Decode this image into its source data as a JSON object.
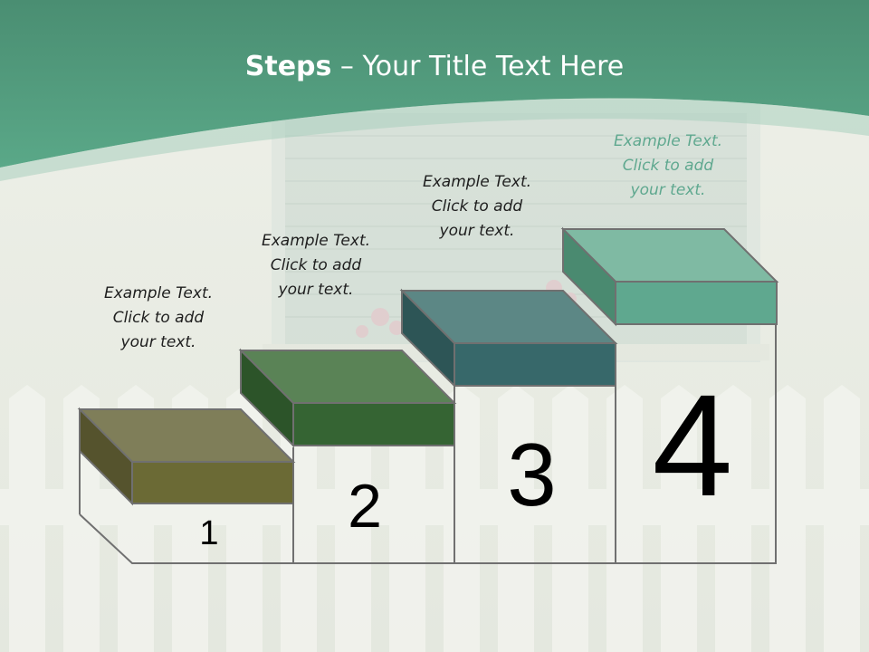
{
  "slide": {
    "title_bold": "Steps",
    "title_rest": " – Your Title Text Here"
  },
  "steps": [
    {
      "number": "1",
      "text_lines": [
        "Example Text.",
        "Click  to add",
        "your text."
      ],
      "color": "#6b6a35"
    },
    {
      "number": "2",
      "text_lines": [
        "Example Text.",
        "Click  to add",
        "your text."
      ],
      "color": "#356433"
    },
    {
      "number": "3",
      "text_lines": [
        "Example Text.",
        "Click  to add",
        "your text."
      ],
      "color": "#37686a"
    },
    {
      "number": "4",
      "text_lines": [
        "Example Text.",
        "Click  to add",
        "your text."
      ],
      "color": "#5fa88f"
    }
  ],
  "colors": {
    "header": "#4e9d7c",
    "outline": "#707070"
  }
}
